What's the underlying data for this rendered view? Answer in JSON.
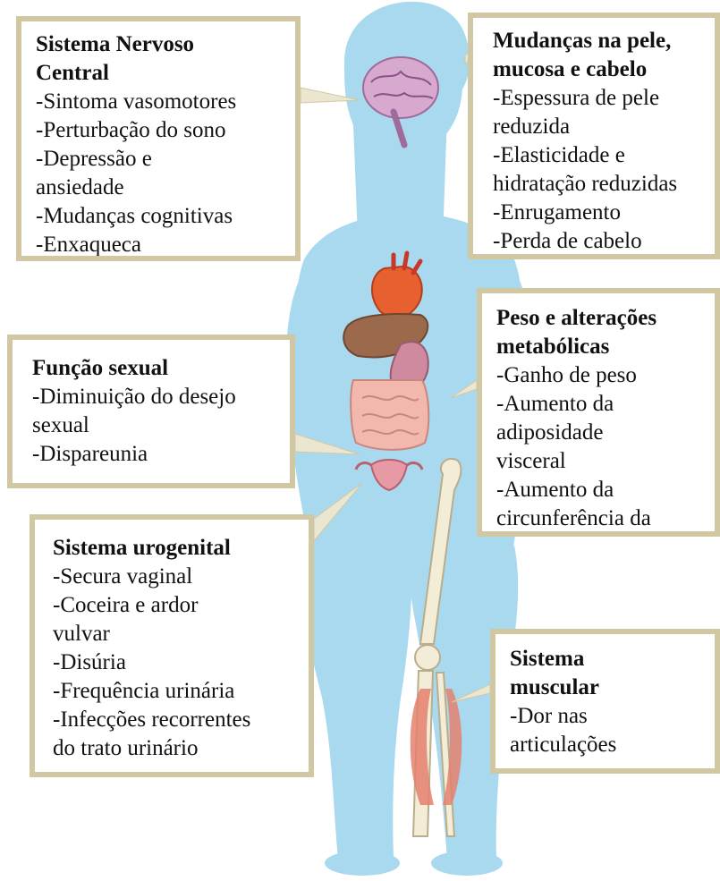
{
  "callouts": {
    "snc": {
      "title": [
        "Sistema Nervoso",
        "Central"
      ],
      "items": [
        "-Sintoma vasomotores",
        "-Perturbação do sono",
        "-Depressão e",
        "ansiedade",
        "-Mudanças cognitivas",
        "-Enxaqueca"
      ]
    },
    "pele": {
      "title": [
        "Mudanças na pele,",
        "mucosa e cabelo"
      ],
      "items": [
        "-Espessura de pele",
        "reduzida",
        "-Elasticidade e",
        "hidratação reduzidas",
        "-Enrugamento",
        "-Perda de cabelo"
      ]
    },
    "sexual": {
      "title": [
        "Função sexual"
      ],
      "items": [
        "-Diminuição do desejo",
        "sexual",
        "-Dispareunia"
      ]
    },
    "peso": {
      "title": [
        "Peso e alterações",
        "metabólicas"
      ],
      "items": [
        "-Ganho de peso",
        "-Aumento da",
        "adiposidade",
        "visceral",
        "-Aumento da",
        "circunferência da"
      ]
    },
    "uro": {
      "title": [
        "Sistema urogenital"
      ],
      "items": [
        "-Secura vaginal",
        "-Coceira e ardor",
        "vulvar",
        "-Disúria",
        "-Frequência urinária",
        "-Infecções recorrentes",
        "do trato urinário"
      ]
    },
    "musc": {
      "title": [
        "Sistema",
        "muscular"
      ],
      "items": [
        "-Dor nas",
        "articulações"
      ]
    }
  },
  "colors": {
    "silhouette": "#a9d9ef",
    "box_border": "#d2c7a3",
    "pointer": "#ebe6cf",
    "text": "#111111"
  },
  "icons": [
    "brain-icon",
    "heart-icon",
    "liver-icon",
    "stomach-icon",
    "intestines-icon",
    "uterus-icon",
    "bone-leg-icon",
    "muscle-icon"
  ]
}
